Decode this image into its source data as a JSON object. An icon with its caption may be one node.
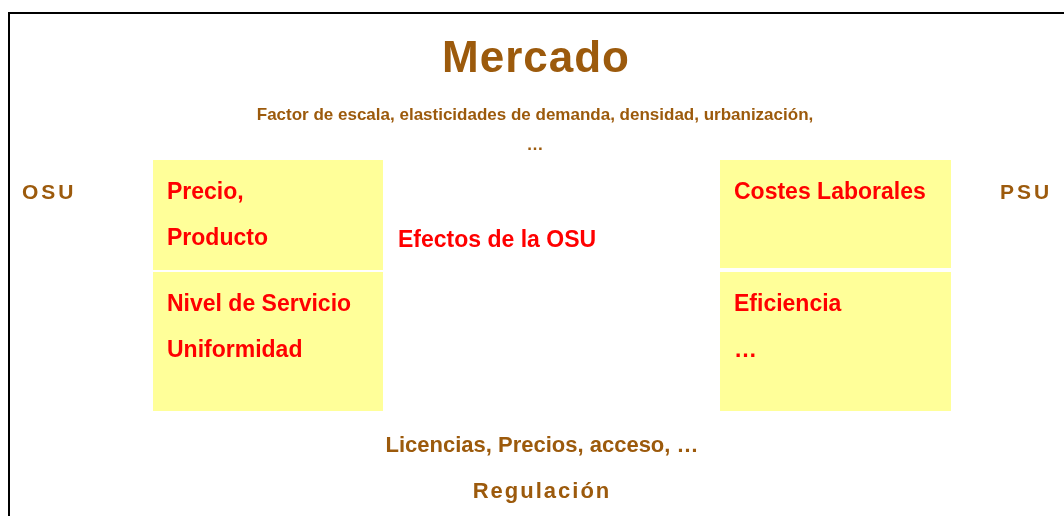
{
  "diagram": {
    "title": "Mercado",
    "nodes": [
      {
        "text": [
          "Precio,",
          "Producto"
        ]
      },
      {
        "text": [
          "Nivel de Servicio",
          "Uniformidad"
        ]
      },
      {
        "text": [
          "Costes Laborales"
        ]
      },
      {
        "text": [
          "Eficiencia",
          "…"
        ]
      }
    ],
    "edges": [],
    "labels": [
      "Factor de escala, elasticidades de demanda, densidad, urbanización, …",
      "OSU",
      "Efectos de la OSU",
      "PSU",
      "Licencias, Precios, acceso, …",
      "Regulación"
    ]
  }
}
